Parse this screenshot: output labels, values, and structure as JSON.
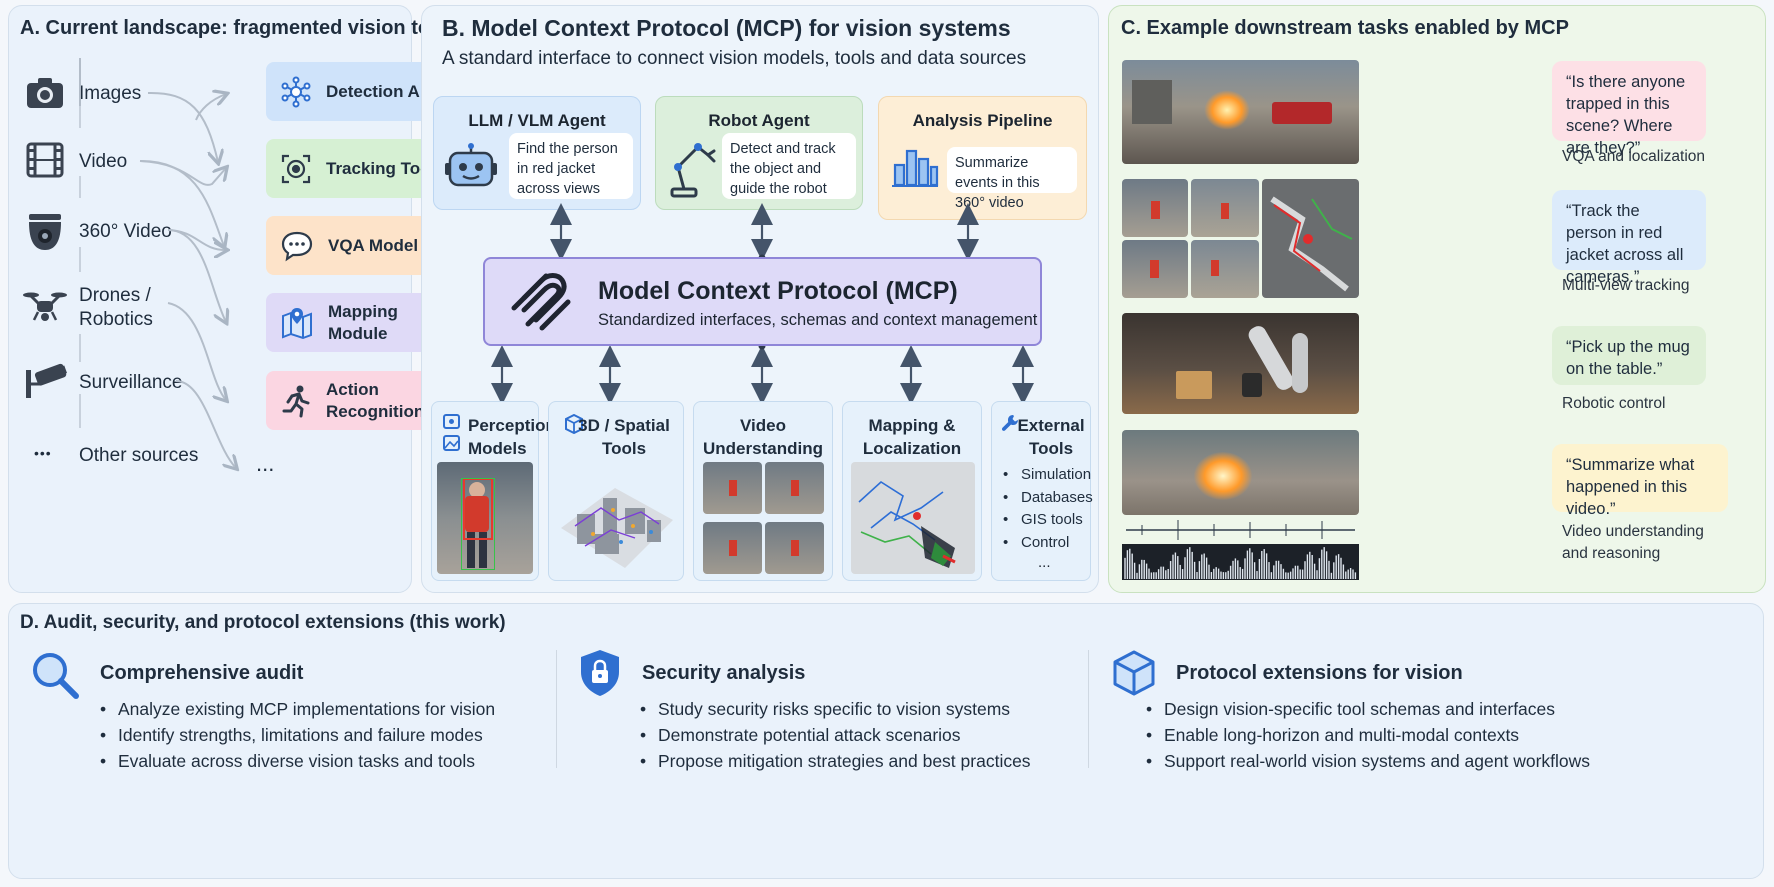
{
  "panel_a": {
    "title": "A. Current landscape: fragmented vision tools",
    "sources": [
      {
        "label": "Images",
        "icon": "camera-icon"
      },
      {
        "label": "Video",
        "icon": "film-icon"
      },
      {
        "label": "360° Video",
        "icon": "dome-camera-icon"
      },
      {
        "label": "Drones / Robotics",
        "icon": "drone-icon"
      },
      {
        "label": "Surveillance",
        "icon": "cctv-icon"
      },
      {
        "label": "Other sources",
        "icon": "dots-icon"
      }
    ],
    "more_glyph": "•••",
    "tools_more": "...",
    "tools": [
      {
        "label": "Detection API",
        "icon": "network-icon",
        "color": "#cfe3fa"
      },
      {
        "label": "Tracking Tool",
        "icon": "target-icon",
        "color": "#d6f0d3"
      },
      {
        "label": "VQA Model",
        "icon": "chat-icon",
        "color": "#fde3c9"
      },
      {
        "label": "Mapping Module",
        "icon": "map-icon",
        "color": "#dfdaf7"
      },
      {
        "label": "Action Recognition",
        "icon": "running-person-icon",
        "color": "#fbd6e2"
      }
    ]
  },
  "panel_b": {
    "title": "B. Model Context Protocol (MCP) for vision systems",
    "subtitle": "A standard interface to connect vision models, tools and data sources",
    "agents": [
      {
        "title": "LLM / VLM Agent",
        "text": "Find the person in red jacket across views",
        "icon": "robot-head-icon"
      },
      {
        "title": "Robot Agent",
        "text": "Detect and track the object and guide the robot",
        "icon": "robot-arm-icon"
      },
      {
        "title": "Analysis Pipeline",
        "text": "Summarize events in this 360° video",
        "icon": "bar-chart-icon"
      }
    ],
    "mcp": {
      "title": "Model Context Protocol (MCP)",
      "subtitle": "Standardized interfaces, schemas and context management",
      "icon": "mcp-logo-icon"
    },
    "components": [
      {
        "title_l1": "Perception",
        "title_l2": "Models",
        "icon": "image-icon"
      },
      {
        "title_l1": "3D / Spatial",
        "title_l2": "Tools",
        "icon": "cube-3d-icon"
      },
      {
        "title_l1": "Video",
        "title_l2": "Understanding"
      },
      {
        "title_l1": "Mapping &",
        "title_l2": "Localization"
      },
      {
        "title_l1": "External",
        "title_l2": "Tools",
        "icon": "wrench-icon"
      }
    ],
    "external_items": [
      "Simulation",
      "Databases",
      "GIS tools",
      "Control"
    ],
    "external_more": "..."
  },
  "panel_c": {
    "title": "C. Example downstream tasks enabled by MCP",
    "tasks": [
      {
        "quote": "“Is there anyone trapped in this scene? Where are they?”",
        "caption": "VQA and localization",
        "color": "#fde0e6"
      },
      {
        "quote": "“Track the person in red jacket across all cameras.”",
        "caption": "Multi-view tracking",
        "color": "#dcebfb"
      },
      {
        "quote": "“Pick up the mug on the table.”",
        "caption": "Robotic control",
        "color": "#dff0d8"
      },
      {
        "quote": "“Summarize what happened in this video.”",
        "caption": "Video understanding and reasoning",
        "color": "#fdf3cf"
      }
    ]
  },
  "panel_d": {
    "title": "D. Audit, security, and protocol extensions (this work)",
    "columns": [
      {
        "heading": "Comprehensive audit",
        "icon": "magnifier-icon",
        "bullets": [
          "Analyze existing MCP implementations for vision",
          "Identify strengths, limitations and failure modes",
          "Evaluate across diverse vision tasks and tools"
        ]
      },
      {
        "heading": "Security analysis",
        "icon": "shield-lock-icon",
        "bullets": [
          "Study security risks specific to vision systems",
          "Demonstrate potential attack scenarios",
          "Propose mitigation strategies and best practices"
        ]
      },
      {
        "heading": "Protocol extensions for vision",
        "icon": "cube-icon",
        "bullets": [
          "Design vision-specific tool schemas and interfaces",
          "Enable long-horizon and multi-modal contexts",
          "Support real-world vision systems and agent workflows"
        ]
      }
    ]
  },
  "colors": {
    "panel_a_bg": "#eaf2fb",
    "panel_b_bg": "#edf4fb",
    "panel_c_bg": "#eef7ea",
    "panel_d_bg": "#eaf2fb",
    "mcp_bg": "#dedaf8",
    "mcp_border": "#8f86d8",
    "arrow": "#44546a",
    "icon_blue": "#2f6fd0"
  }
}
